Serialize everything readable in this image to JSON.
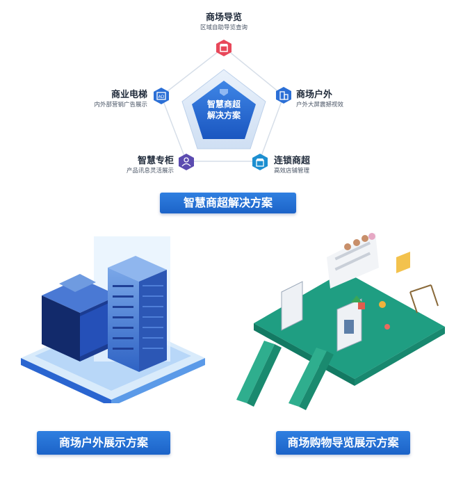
{
  "center": {
    "line1": "智慧商超",
    "line2": "解决方案"
  },
  "nodes": {
    "top": {
      "title": "商场导览",
      "subtitle": "区域自助导览查询",
      "icon": "store-icon",
      "color": "#e8485a"
    },
    "left": {
      "title": "商业电梯",
      "subtitle": "内外部营销广告展示",
      "icon": "ad-icon",
      "color": "#2b6fd6"
    },
    "right": {
      "title": "商场户外",
      "subtitle": "户外大屏震撼视效",
      "icon": "building-icon",
      "color": "#2b6fd6"
    },
    "bottom_left": {
      "title": "智慧专柜",
      "subtitle": "产品讯息灵活展示",
      "icon": "person-icon",
      "color": "#5b4bb0"
    },
    "bottom_right": {
      "title": "连锁商超",
      "subtitle": "高效店铺管理",
      "icon": "shop-icon",
      "color": "#1d8fd0"
    }
  },
  "main_banner": "智慧商超解决方案",
  "left_banner": "商场户外展示方案",
  "right_banner": "商场购物导览展示方案",
  "colors": {
    "accent": "#1c63c8",
    "pentagon_stroke": "#d9e2ec",
    "teal_floor": "#1f9e82"
  }
}
